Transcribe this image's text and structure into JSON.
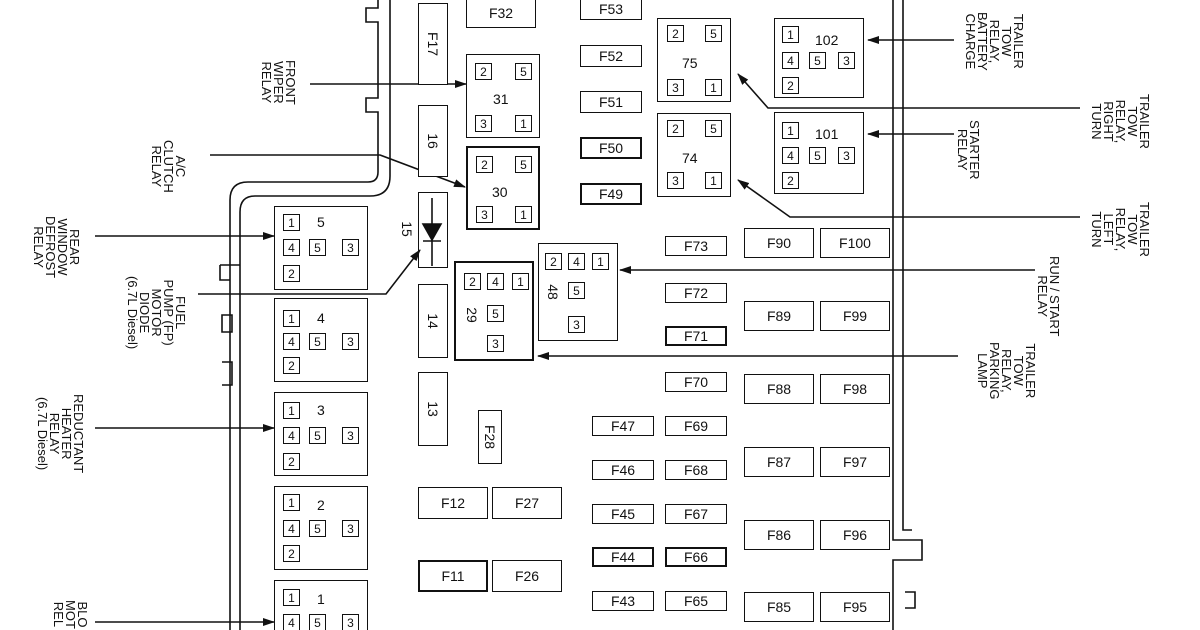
{
  "fuses": [
    {
      "id": "f32",
      "label": "F32"
    },
    {
      "id": "f17",
      "label": "F17"
    },
    {
      "id": "f16",
      "label": "16"
    },
    {
      "id": "f15",
      "label": "15"
    },
    {
      "id": "f14",
      "label": "14"
    },
    {
      "id": "f13",
      "label": "13"
    },
    {
      "id": "f28",
      "label": "F28"
    },
    {
      "id": "f12",
      "label": "F12"
    },
    {
      "id": "f27",
      "label": "F27"
    },
    {
      "id": "f11",
      "label": "F11"
    },
    {
      "id": "f26",
      "label": "F26"
    },
    {
      "id": "f53",
      "label": "F53"
    },
    {
      "id": "f52",
      "label": "F52"
    },
    {
      "id": "f51",
      "label": "F51"
    },
    {
      "id": "f50",
      "label": "F50"
    },
    {
      "id": "f49",
      "label": "F49"
    },
    {
      "id": "f73",
      "label": "F73"
    },
    {
      "id": "f72",
      "label": "F72"
    },
    {
      "id": "f71",
      "label": "F71"
    },
    {
      "id": "f70",
      "label": "F70"
    },
    {
      "id": "f69",
      "label": "F69"
    },
    {
      "id": "f68",
      "label": "F68"
    },
    {
      "id": "f67",
      "label": "F67"
    },
    {
      "id": "f66",
      "label": "F66"
    },
    {
      "id": "f65",
      "label": "F65"
    },
    {
      "id": "f47",
      "label": "F47"
    },
    {
      "id": "f46",
      "label": "F46"
    },
    {
      "id": "f45",
      "label": "F45"
    },
    {
      "id": "f44",
      "label": "F44"
    },
    {
      "id": "f43",
      "label": "F43"
    },
    {
      "id": "f90",
      "label": "F90"
    },
    {
      "id": "f100",
      "label": "F100"
    },
    {
      "id": "f89",
      "label": "F89"
    },
    {
      "id": "f99",
      "label": "F99"
    },
    {
      "id": "f88",
      "label": "F88"
    },
    {
      "id": "f98",
      "label": "F98"
    },
    {
      "id": "f87",
      "label": "F87"
    },
    {
      "id": "f97",
      "label": "F97"
    },
    {
      "id": "f86",
      "label": "F86"
    },
    {
      "id": "f96",
      "label": "F96"
    },
    {
      "id": "f85",
      "label": "F85"
    },
    {
      "id": "f95",
      "label": "F95"
    }
  ],
  "relays": [
    {
      "id": "r5",
      "number": "5",
      "pins": [
        "1",
        "4",
        "5",
        "3",
        "2"
      ]
    },
    {
      "id": "r4",
      "number": "4",
      "pins": [
        "1",
        "4",
        "5",
        "3",
        "2"
      ]
    },
    {
      "id": "r3",
      "number": "3",
      "pins": [
        "1",
        "4",
        "5",
        "3",
        "2"
      ]
    },
    {
      "id": "r2",
      "number": "2",
      "pins": [
        "1",
        "4",
        "5",
        "3",
        "2"
      ]
    },
    {
      "id": "r1",
      "number": "1",
      "pins": [
        "1",
        "4",
        "5",
        "3"
      ]
    },
    {
      "id": "r31",
      "number": "31",
      "pins": [
        "2",
        "5",
        "3",
        "1"
      ]
    },
    {
      "id": "r30",
      "number": "30",
      "pins": [
        "2",
        "5",
        "3",
        "1"
      ]
    },
    {
      "id": "r75",
      "number": "75",
      "pins": [
        "2",
        "5",
        "3",
        "1"
      ]
    },
    {
      "id": "r74",
      "number": "74",
      "pins": [
        "2",
        "5",
        "3",
        "1"
      ]
    },
    {
      "id": "r102",
      "number": "102",
      "pins": [
        "1",
        "4",
        "5",
        "3",
        "2"
      ]
    },
    {
      "id": "r101",
      "number": "101",
      "pins": [
        "1",
        "4",
        "5",
        "3",
        "2"
      ]
    },
    {
      "id": "r29",
      "number": "29",
      "pins": [
        "2",
        "4",
        "1",
        "5",
        "3"
      ]
    },
    {
      "id": "r48",
      "number": "48",
      "pins": [
        "2",
        "4",
        "1",
        "5",
        "3"
      ]
    }
  ],
  "labels": [
    {
      "id": "front-wiper",
      "lines": [
        "FRONT",
        "WIPER",
        "RELAY"
      ]
    },
    {
      "id": "ac-clutch",
      "lines": [
        "A/C",
        "CLUTCH",
        "RELAY"
      ]
    },
    {
      "id": "rear-window",
      "lines": [
        "REAR",
        "WINDOW",
        "DEFROST",
        "RELAY"
      ]
    },
    {
      "id": "fuel-pump",
      "lines": [
        "FUEL",
        "PUMP (FP)",
        "MOTOR",
        "DIODE",
        "(6.7L Diesel)"
      ]
    },
    {
      "id": "reductant",
      "lines": [
        "REDUCTANT",
        "HEATER",
        "RELAY",
        "(6.7L Diesel)"
      ]
    },
    {
      "id": "blower",
      "lines": [
        "BLO",
        "MOT",
        "REL"
      ]
    },
    {
      "id": "tow-charge",
      "lines": [
        "TRAILER",
        "TOW",
        "RELAY,",
        "BATTERY",
        "CHARGE"
      ]
    },
    {
      "id": "tow-right",
      "lines": [
        "TRAILER",
        "TOW",
        "RELAY,",
        "RIGHT",
        "TURN"
      ]
    },
    {
      "id": "starter",
      "lines": [
        "STARTER",
        "RELAY"
      ]
    },
    {
      "id": "tow-left",
      "lines": [
        "TRAILER",
        "TOW",
        "RELAY,",
        "LEFT",
        "TURN"
      ]
    },
    {
      "id": "run-start",
      "lines": [
        "RUN / START",
        "RELAY"
      ]
    },
    {
      "id": "tow-park",
      "lines": [
        "TRAILER",
        "TOW",
        "RELAY,",
        "PARKING",
        "LAMP"
      ]
    }
  ]
}
